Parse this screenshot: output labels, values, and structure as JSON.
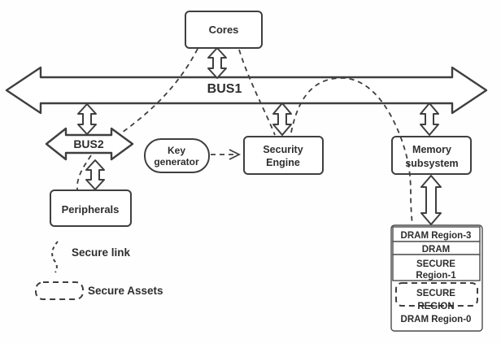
{
  "diagram": {
    "nodes": {
      "cores": {
        "label": "Cores"
      },
      "bus1": {
        "label": "BUS1"
      },
      "bus2": {
        "label": "BUS2"
      },
      "key_generator": {
        "line1": "Key",
        "line2": "generator"
      },
      "security_engine": {
        "line1": "Security",
        "line2": "Engine"
      },
      "memory_subsystem": {
        "line1": "Memory",
        "line2": "subsystem"
      },
      "peripherals": {
        "label": "Peripherals"
      }
    },
    "memory_stack": {
      "region3": "DRAM Region-3",
      "dram": "DRAM",
      "secure_region1_line1": "SECURE",
      "secure_region1_line2": "Region-1",
      "secure_region_line1": "SECURE",
      "secure_region_line2": "REGION",
      "region0": "DRAM Region-0"
    },
    "legend": {
      "secure_link": "Secure link",
      "secure_assets": "Secure Assets"
    },
    "colors": {
      "stroke": "#3f3f3f",
      "text": "#2e2e2e",
      "background": "#ffffff"
    }
  }
}
